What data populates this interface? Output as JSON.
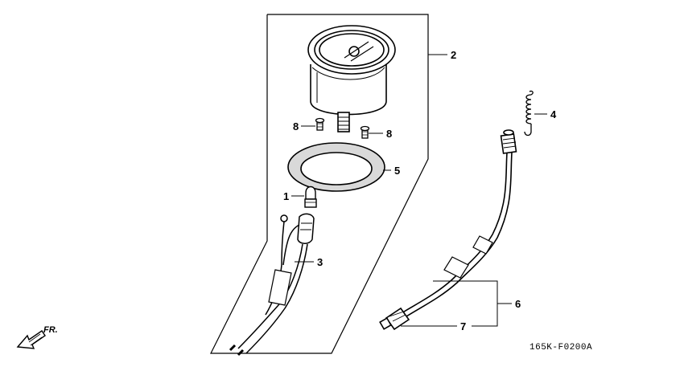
{
  "diagram": {
    "callouts": {
      "c1": "1",
      "c2": "2",
      "c3": "3",
      "c4": "4",
      "c5": "5",
      "c6": "6",
      "c7": "7",
      "c8a": "8",
      "c8b": "8"
    },
    "direction_label": "FR.",
    "drawing_code": "165K-F0200A"
  }
}
